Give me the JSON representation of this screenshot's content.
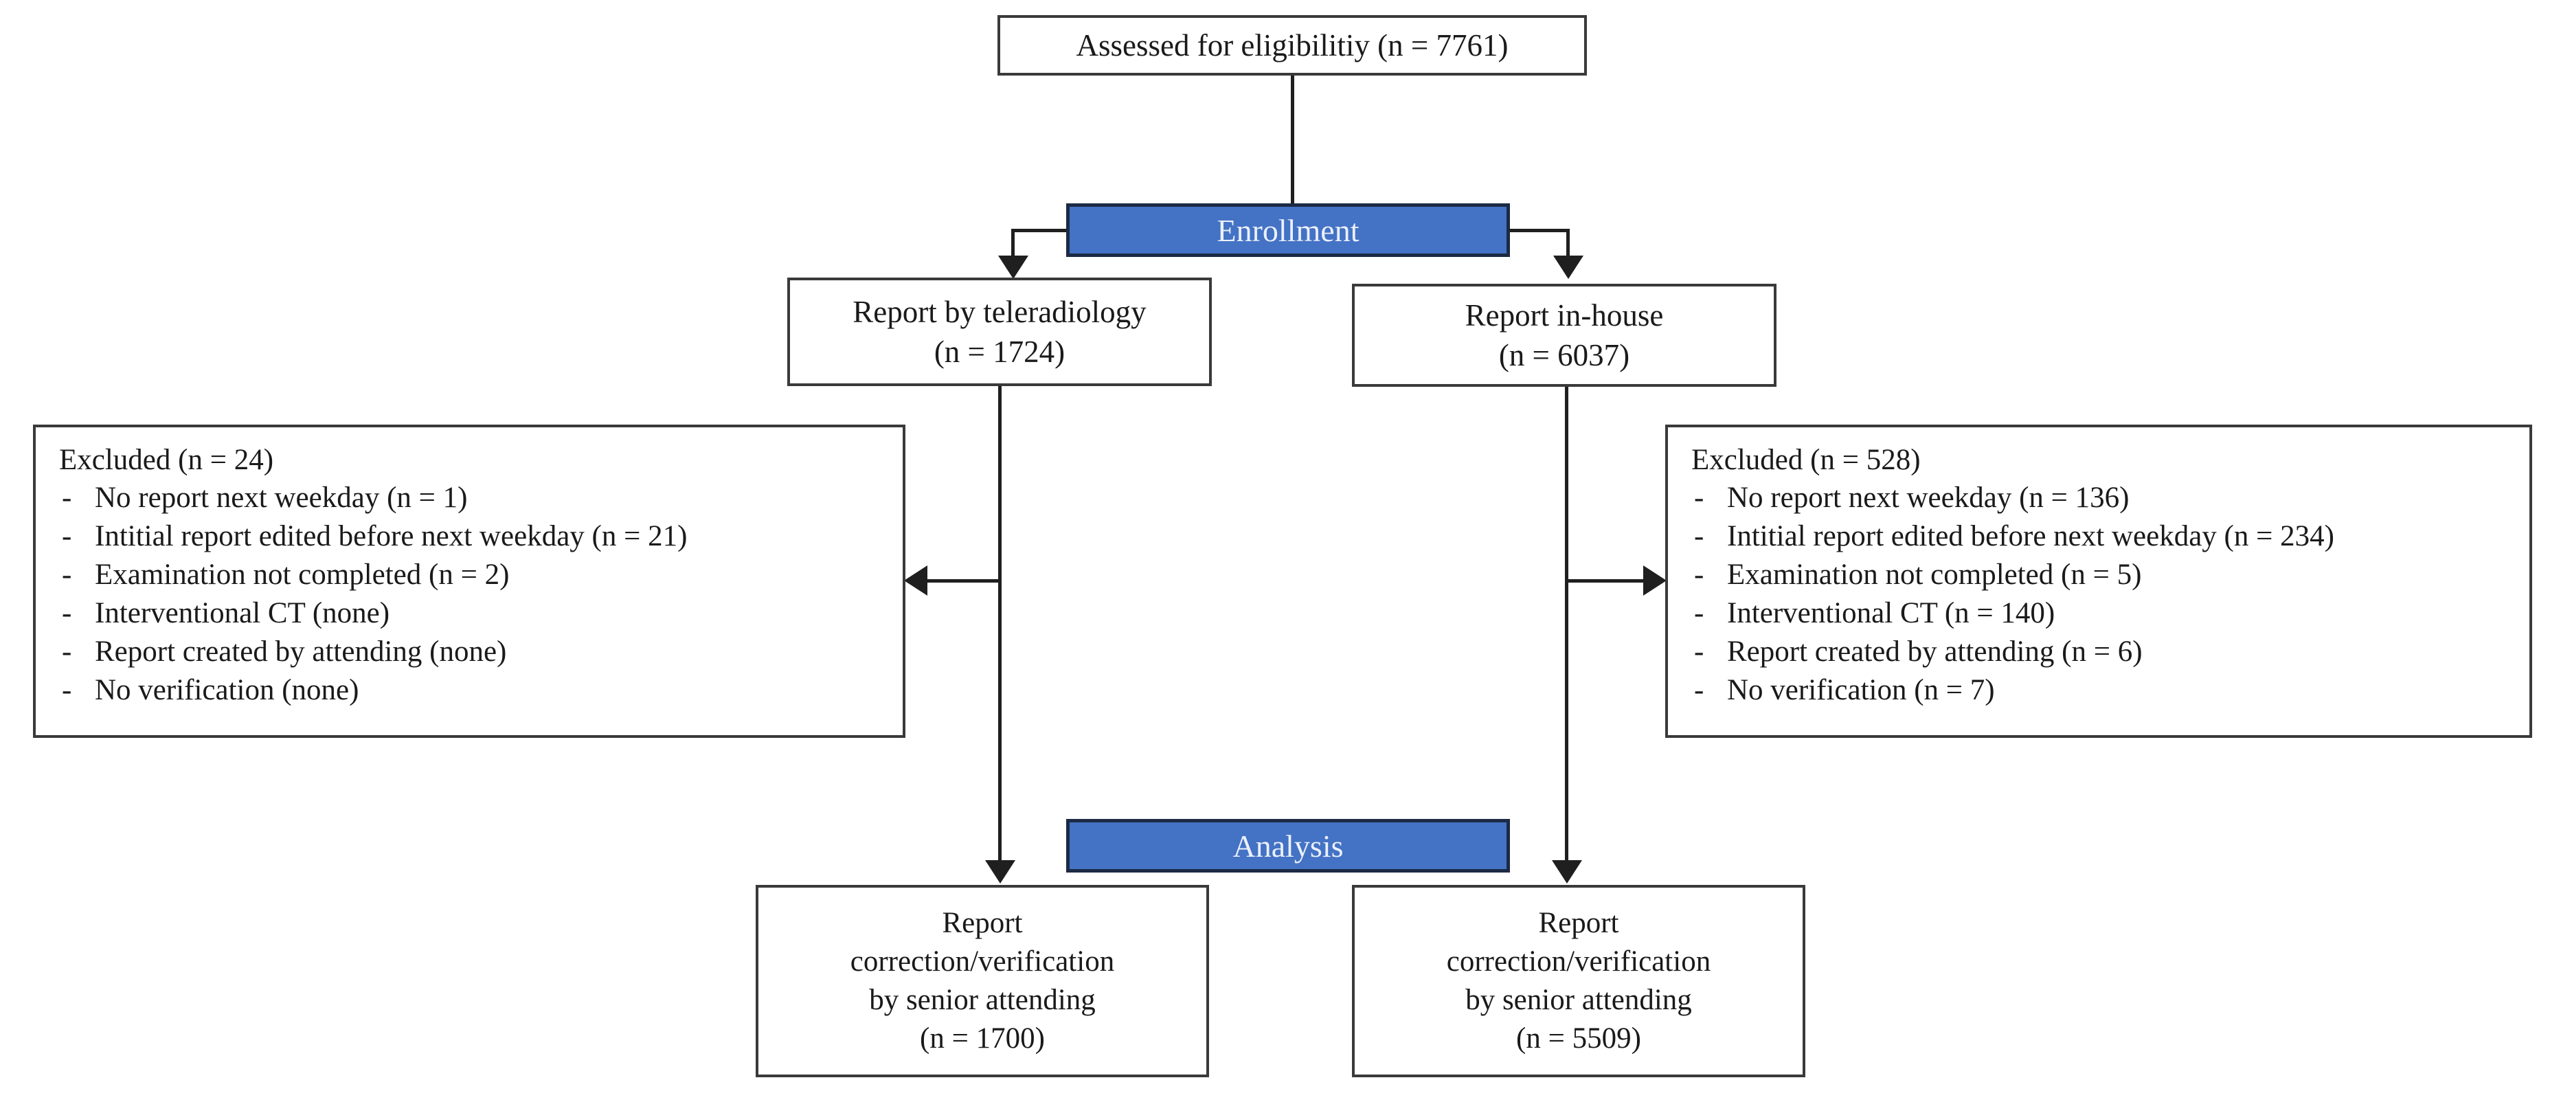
{
  "diagram": {
    "title": "Study flow diagram",
    "type": "flowchart",
    "colors": {
      "banner_fill": "#4472C4",
      "banner_border": "#1C2A44",
      "banner_text": "#EAF0FB",
      "box_border": "#3A3A3A",
      "connector": "#1F1F1F",
      "background": "#FFFFFF"
    }
  },
  "banners": {
    "enrollment": "Enrollment",
    "analysis": "Analysis"
  },
  "nodes": {
    "assessed": {
      "line1": "Assessed for eligibilitiy (n = 7761)"
    },
    "teleradiology": {
      "line1": "Report by teleradiology",
      "line2": "(n = 1724)"
    },
    "inhouse": {
      "line1": "Report in-house",
      "line2": "(n = 6037)"
    },
    "bottom_left": {
      "line1": "Report",
      "line2": "correction/verification",
      "line3": "by senior attending",
      "line4": "(n = 1700)"
    },
    "bottom_right": {
      "line1": "Report",
      "line2": "correction/verification",
      "line3": "by senior attending",
      "line4": "(n = 5509)"
    }
  },
  "exclusions": {
    "left": {
      "title": "Excluded (n = 24)",
      "bullet_char": "-",
      "items": [
        "No report next weekday (n = 1)",
        "Intitial report edited before next weekday (n = 21)",
        "Examination not completed (n = 2)",
        "Interventional CT (none)",
        "Report created by attending (none)",
        "No verification (none)"
      ]
    },
    "right": {
      "title": "Excluded (n = 528)",
      "bullet_char": "-",
      "items": [
        "No report next weekday (n = 136)",
        "Intitial report edited before next weekday (n = 234)",
        "Examination not completed (n = 5)",
        "Interventional CT (n = 140)",
        "Report created by attending (n = 6)",
        "No verification (n = 7)"
      ]
    }
  },
  "chart_data": {
    "type": "flow",
    "title": "CONSORT-style study selection flow",
    "stages": [
      {
        "stage": "Assessed for eligibilitiy",
        "n": 7761
      },
      {
        "stage": "Report by teleradiology",
        "n": 1724
      },
      {
        "stage": "Report in-house",
        "n": 6037
      },
      {
        "stage": "Excluded (teleradiology)",
        "n": 24
      },
      {
        "stage": "Excluded (in-house)",
        "n": 528
      },
      {
        "stage": "Report correction/verification by senior attending (teleradiology)",
        "n": 1700
      },
      {
        "stage": "Report correction/verification by senior attending (in-house)",
        "n": 5509
      }
    ],
    "exclusion_reasons_teleradiology": {
      "No report next weekday": 1,
      "Intitial report edited before next weekday": 21,
      "Examination not completed": 2,
      "Interventional CT": 0,
      "Report created by attending": 0,
      "No verification": 0
    },
    "exclusion_reasons_inhouse": {
      "No report next weekday": 136,
      "Intitial report edited before next weekday": 234,
      "Examination not completed": 5,
      "Interventional CT": 140,
      "Report created by attending": 6,
      "No verification": 7
    }
  }
}
